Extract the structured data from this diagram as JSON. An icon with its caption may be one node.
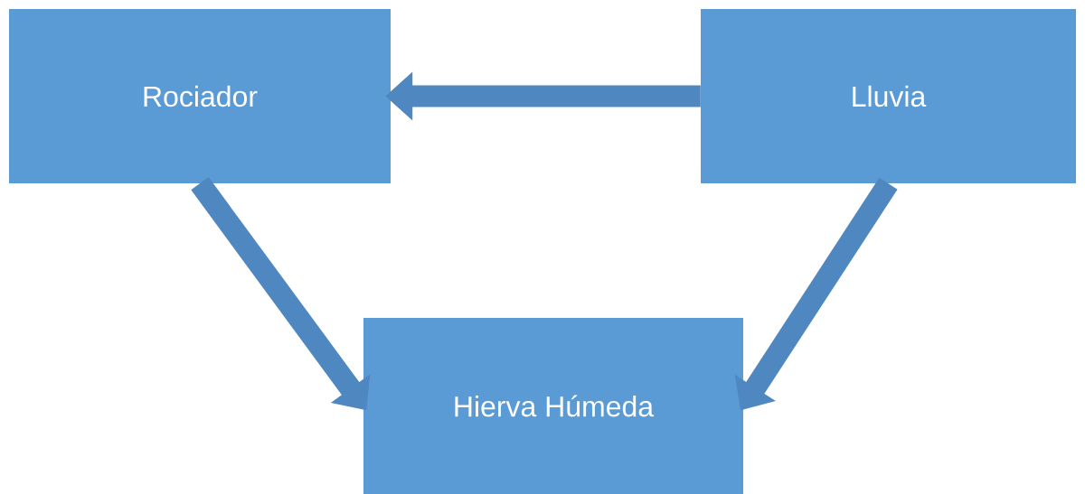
{
  "diagram": {
    "nodes": [
      {
        "text": [
          "Rociador"
        ]
      },
      {
        "text": [
          "Lluvia"
        ]
      },
      {
        "text": [
          "Hierva Húmeda"
        ]
      }
    ],
    "edges": [
      {
        "from": 1,
        "to": 0,
        "arrow": "to"
      },
      {
        "from": 0,
        "to": 2,
        "arrow": "to"
      },
      {
        "from": 1,
        "to": 2,
        "arrow": "to"
      }
    ]
  }
}
